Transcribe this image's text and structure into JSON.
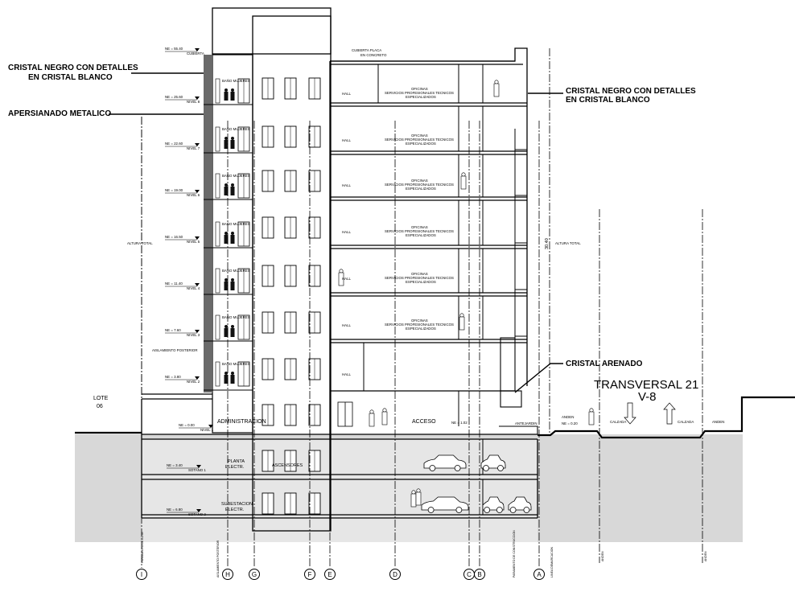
{
  "drawing": {
    "callouts": {
      "cristal_left": [
        "CRISTAL NEGRO CON DETALLES",
        "EN CRISTAL BLANCO"
      ],
      "apersianado": "APERSIANADO METALICO",
      "cristal_right": [
        "CRISTAL NEGRO CON DETALLES",
        "EN CRISTAL BLANCO"
      ],
      "cristal_arenado": "CRISTAL ARENADO",
      "cubierta_placa": [
        "CUBIERTA PLACA",
        "EN CONCRETO"
      ]
    },
    "street": {
      "name": "TRANSVERSAL 21",
      "code": "V-8",
      "anden_left": "ANDEN",
      "calzada_1": "CALZADA",
      "calzada_2": "CALZADA",
      "anden_right": "ANDEN",
      "antejardin": "ANTEJARDIN"
    },
    "lot": {
      "label": "LOTE",
      "number": "06"
    },
    "altura_left": "ALTURA TOTAL",
    "altura_right": "ALTURA TOTAL",
    "altura_value": "30.40",
    "aislamiento": "AISLAMIENTO POSTERIOR",
    "levels": [
      {
        "ne": "NE = 55.40",
        "name": "CUBIERTA"
      },
      {
        "ne": "NE = 25.60",
        "name": "NIVEL 8"
      },
      {
        "ne": "NE = 22.60",
        "name": "NIVEL 7"
      },
      {
        "ne": "NE = 19.00",
        "name": "NIVEL 6"
      },
      {
        "ne": "NE = 16.50",
        "name": "NIVEL 5"
      },
      {
        "ne": "NE = 11.40",
        "name": "NIVEL 4"
      },
      {
        "ne": "NE = 7.60",
        "name": "NIVEL 3"
      },
      {
        "ne": "NE = 3.80",
        "name": "NIVEL 2"
      },
      {
        "ne": "NE = 0.00",
        "name": "NIVEL 1"
      },
      {
        "ne": "NE = 3.40",
        "name": "SOTANO 1"
      },
      {
        "ne": "NE = 6.80",
        "name": "SOTANO 2"
      }
    ],
    "bano": "BAÑO MUJERES",
    "hall": "HALL",
    "oficinas": [
      "OFICINAS",
      "SERVICIOS PROFESIONALES TECNICOS",
      "ESPECIALIZADOS"
    ],
    "ground": {
      "administracion": "ADMINISTRACION",
      "acceso": "ACCESO",
      "acceso_ne": "NE = 1.02",
      "anden_ne": "NE = 0.20",
      "anden": "ANDEN",
      "planta": [
        "PLANTA",
        "ELECTR."
      ],
      "ascensores": "ASCENSORES",
      "subestacion": [
        "SUBESTACION",
        "ELECTR."
      ]
    },
    "axis_labels": [
      "I",
      "H",
      "G",
      "F",
      "E",
      "D",
      "C",
      "B",
      "A"
    ],
    "vertical_notes": {
      "paramento_lote": "PARAMENTO DE LOTE",
      "aislamiento": "AISLAMIENTO POSTERIOR",
      "paramento_construido": "PARAMENTO DE CONSTRUCCION",
      "linea_demarcacion": "LINEA DEMARCACION",
      "anden_1": "ANDEN",
      "anden_2": "ANDEN"
    }
  }
}
